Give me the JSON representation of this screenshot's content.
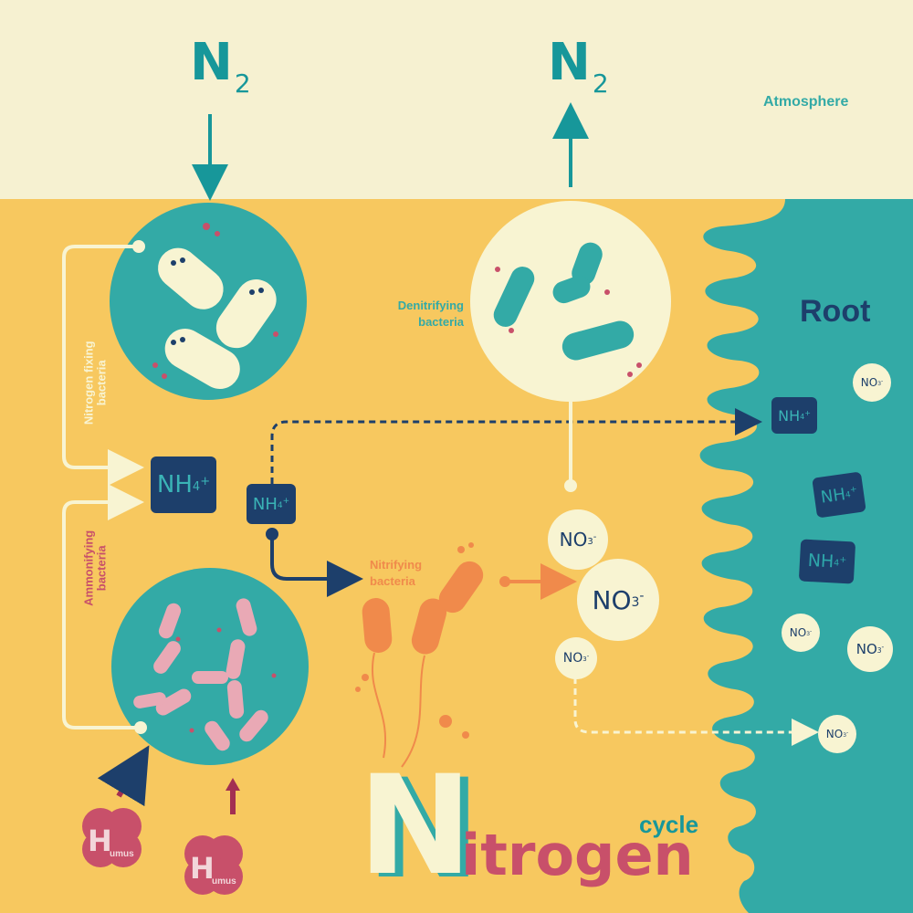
{
  "labels": {
    "atmosphere": "Atmosphere",
    "root": "Root",
    "denitrifying": [
      "Denitrifying",
      "bacteria"
    ],
    "nitrifying": [
      "Nitrifying",
      "bacteria"
    ],
    "nitrogen_fixing": [
      "Nitrogen fixing",
      "bacteria"
    ],
    "ammonifying": [
      "Ammonifying",
      "bacteria"
    ]
  },
  "gas": {
    "symbol": "N",
    "subscript": "2"
  },
  "ammonium": {
    "symbol": "NH",
    "subscript": "4",
    "charge": "+"
  },
  "nitrate": {
    "symbol": "NO",
    "subscript": "3",
    "charge": "-"
  },
  "humus": {
    "letter": "H",
    "rest": "umus"
  },
  "title": {
    "initial": "N",
    "rest": "itrogen",
    "suffix": "cycle"
  },
  "colors": {
    "sky": "#f6f1d1",
    "soil": "#f7c85f",
    "teal": "#33aaa6",
    "navy": "#1d3f6b",
    "cream": "#f8f4d2",
    "orange": "#f08a4b",
    "pink": "#c8506a"
  }
}
